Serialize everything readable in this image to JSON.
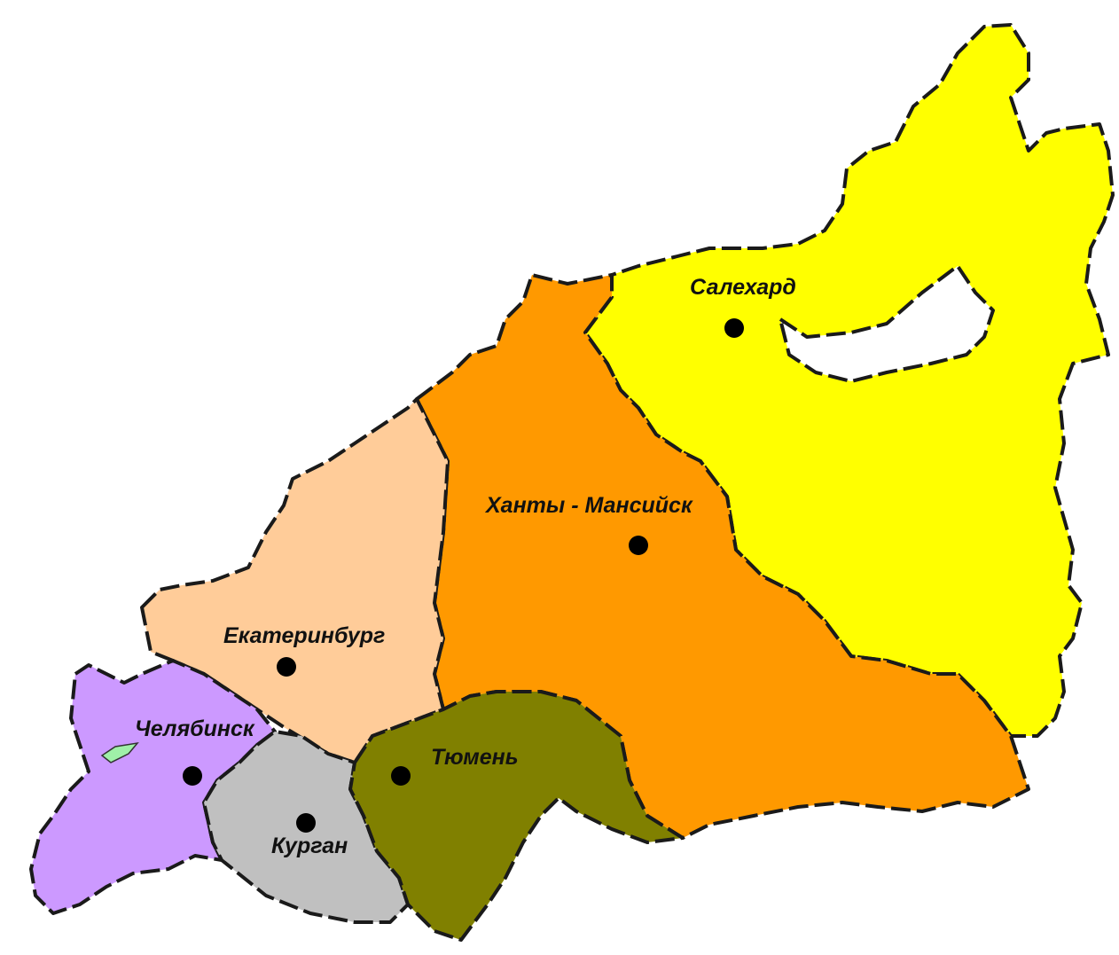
{
  "map": {
    "colors": {
      "yamal": "#ffff00",
      "khanty": "#ff9900",
      "sverdlovsk": "#ffcc99",
      "chelyabinsk": "#cc99ff",
      "kurgan": "#c0c0c0",
      "tyumen": "#808000",
      "lake": "#99ff99"
    },
    "cities": [
      {
        "name": "Салехард"
      },
      {
        "name": "Ханты - Мансийск"
      },
      {
        "name": "Екатеринбург"
      },
      {
        "name": "Челябинск"
      },
      {
        "name": "Тюмень"
      },
      {
        "name": "Курган"
      }
    ]
  }
}
